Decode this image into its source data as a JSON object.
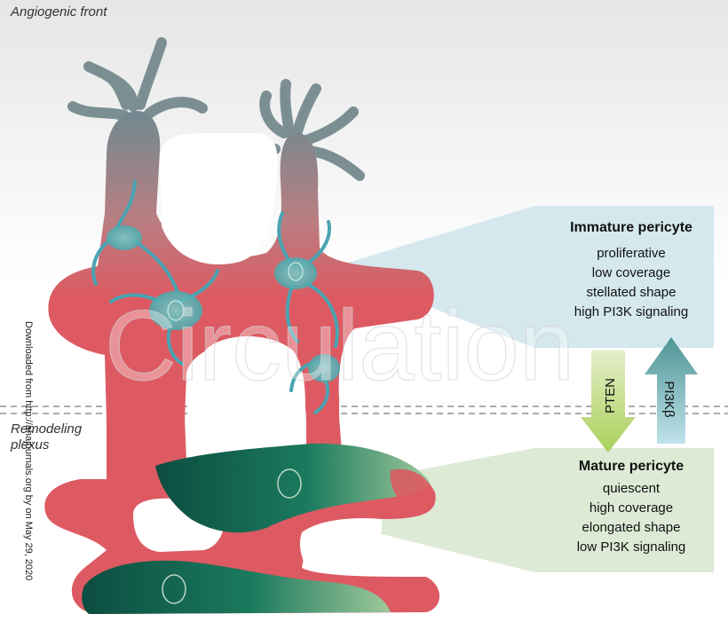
{
  "labels": {
    "angiogenic_front": "Angiogenic front",
    "remodeling_plexus_line1": "Remodeling",
    "remodeling_plexus_line2": "plexus"
  },
  "immature": {
    "title": "Immature pericyte",
    "lines": [
      "proliferative",
      "low coverage",
      "stellated shape",
      "high PI3K signaling"
    ]
  },
  "mature": {
    "title": "Mature pericyte",
    "lines": [
      "quiescent",
      "high coverage",
      "elongated shape",
      "low PI3K signaling"
    ]
  },
  "arrows": {
    "down_label": "PTEN",
    "up_label": "PI3Kβ"
  },
  "watermark": "Circulation",
  "side_text": "Downloaded from http://ahajournals.org by on May 29, 2020",
  "colors": {
    "vessel_red": "#dd5a62",
    "vessel_tip": "#6f8a90",
    "immature_cyan": "#5bb5b8",
    "mature_green": "#0f5a4a",
    "immature_panel": "#cfe6ec",
    "mature_panel": "#dbe9d4",
    "arrow_down": "#b8d66a",
    "arrow_up": "#5a9aa0"
  }
}
